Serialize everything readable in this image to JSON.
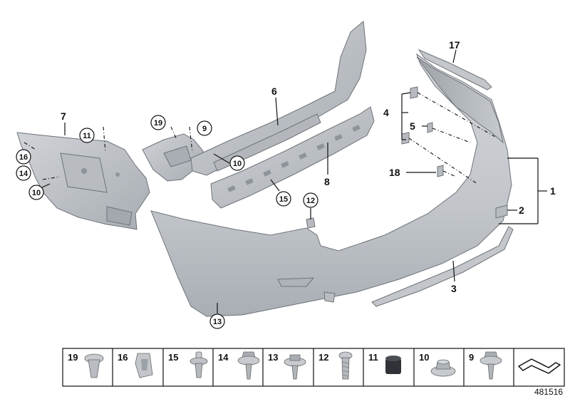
{
  "diagram": {
    "id": "481516",
    "callouts": {
      "c1": "1",
      "c2": "2",
      "c3": "3",
      "c4": "4",
      "c5": "5",
      "c6": "6",
      "c7": "7",
      "c8": "8",
      "c9": "9",
      "c10a": "10",
      "c10b": "10",
      "c11": "11",
      "c12": "12",
      "c13": "13",
      "c14": "14",
      "c15": "15",
      "c16": "16",
      "c17": "17",
      "c18": "18",
      "c19": "19"
    },
    "parts_row": [
      {
        "label": "19",
        "icon": "rivet-clip-icon"
      },
      {
        "label": "16",
        "icon": "spring-nut-icon"
      },
      {
        "label": "15",
        "icon": "expanding-rivet-icon"
      },
      {
        "label": "14",
        "icon": "collar-screw-icon"
      },
      {
        "label": "13",
        "icon": "collar-screw-icon"
      },
      {
        "label": "12",
        "icon": "bolt-icon"
      },
      {
        "label": "11",
        "icon": "rubber-buffer-icon"
      },
      {
        "label": "10",
        "icon": "hex-nut-washer-icon"
      },
      {
        "label": "9",
        "icon": "collar-screw-icon"
      },
      {
        "label": "",
        "icon": "seal-strip-icon"
      }
    ],
    "colors": {
      "part_fill": "#c9cdd1",
      "part_dark": "#9da2a8",
      "outline": "#111111"
    }
  }
}
